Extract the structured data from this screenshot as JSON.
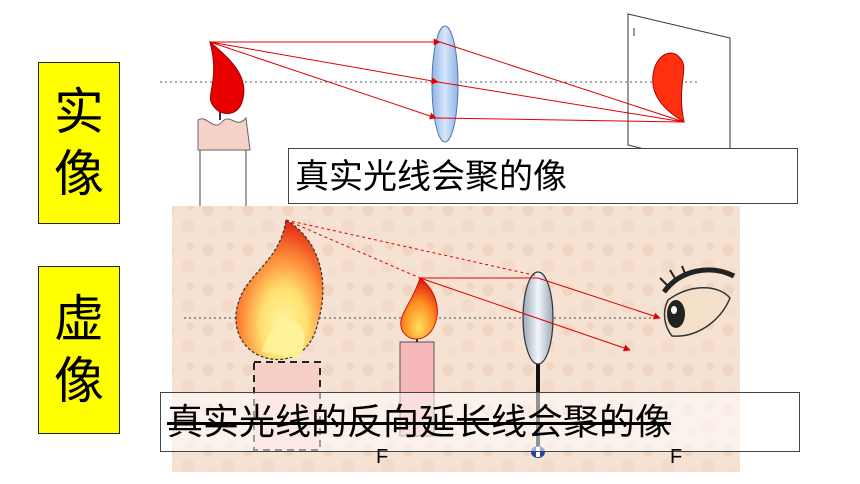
{
  "labels": {
    "real_image": [
      "实",
      "像"
    ],
    "virtual_image": [
      "虚",
      "像"
    ]
  },
  "captions": {
    "real": "真实光线会聚的像",
    "virtual": "真实光线的反向延长线会聚的像"
  },
  "focal_labels": {
    "left": "F",
    "right": "F"
  },
  "colors": {
    "label_bg": "#ffff00",
    "ray": "#e00000",
    "flame": "#e00000",
    "lens": "#a8c8f0",
    "panel_bg": "#f6e2d2"
  }
}
